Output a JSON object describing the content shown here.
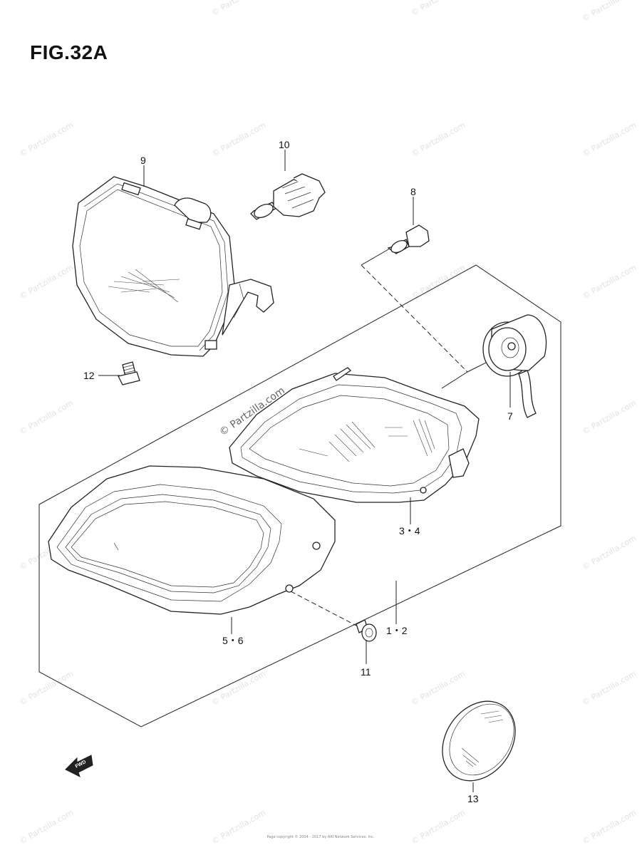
{
  "figure": {
    "title": "FIG.32A"
  },
  "watermark": {
    "text": "© Partzilla.com"
  },
  "callouts": {
    "c9": "9",
    "c10": "10",
    "c8": "8",
    "c12": "12",
    "c7": "7",
    "c34": "3・4",
    "c56": "5・6",
    "c12b": "1・2",
    "c11": "11",
    "c13": "13"
  },
  "fwd_arrow": {
    "label": "FWD"
  },
  "footer": {
    "code": "",
    "copyright": "Page copyright © 2004 - 2017 by ARI Network Services, Inc."
  }
}
